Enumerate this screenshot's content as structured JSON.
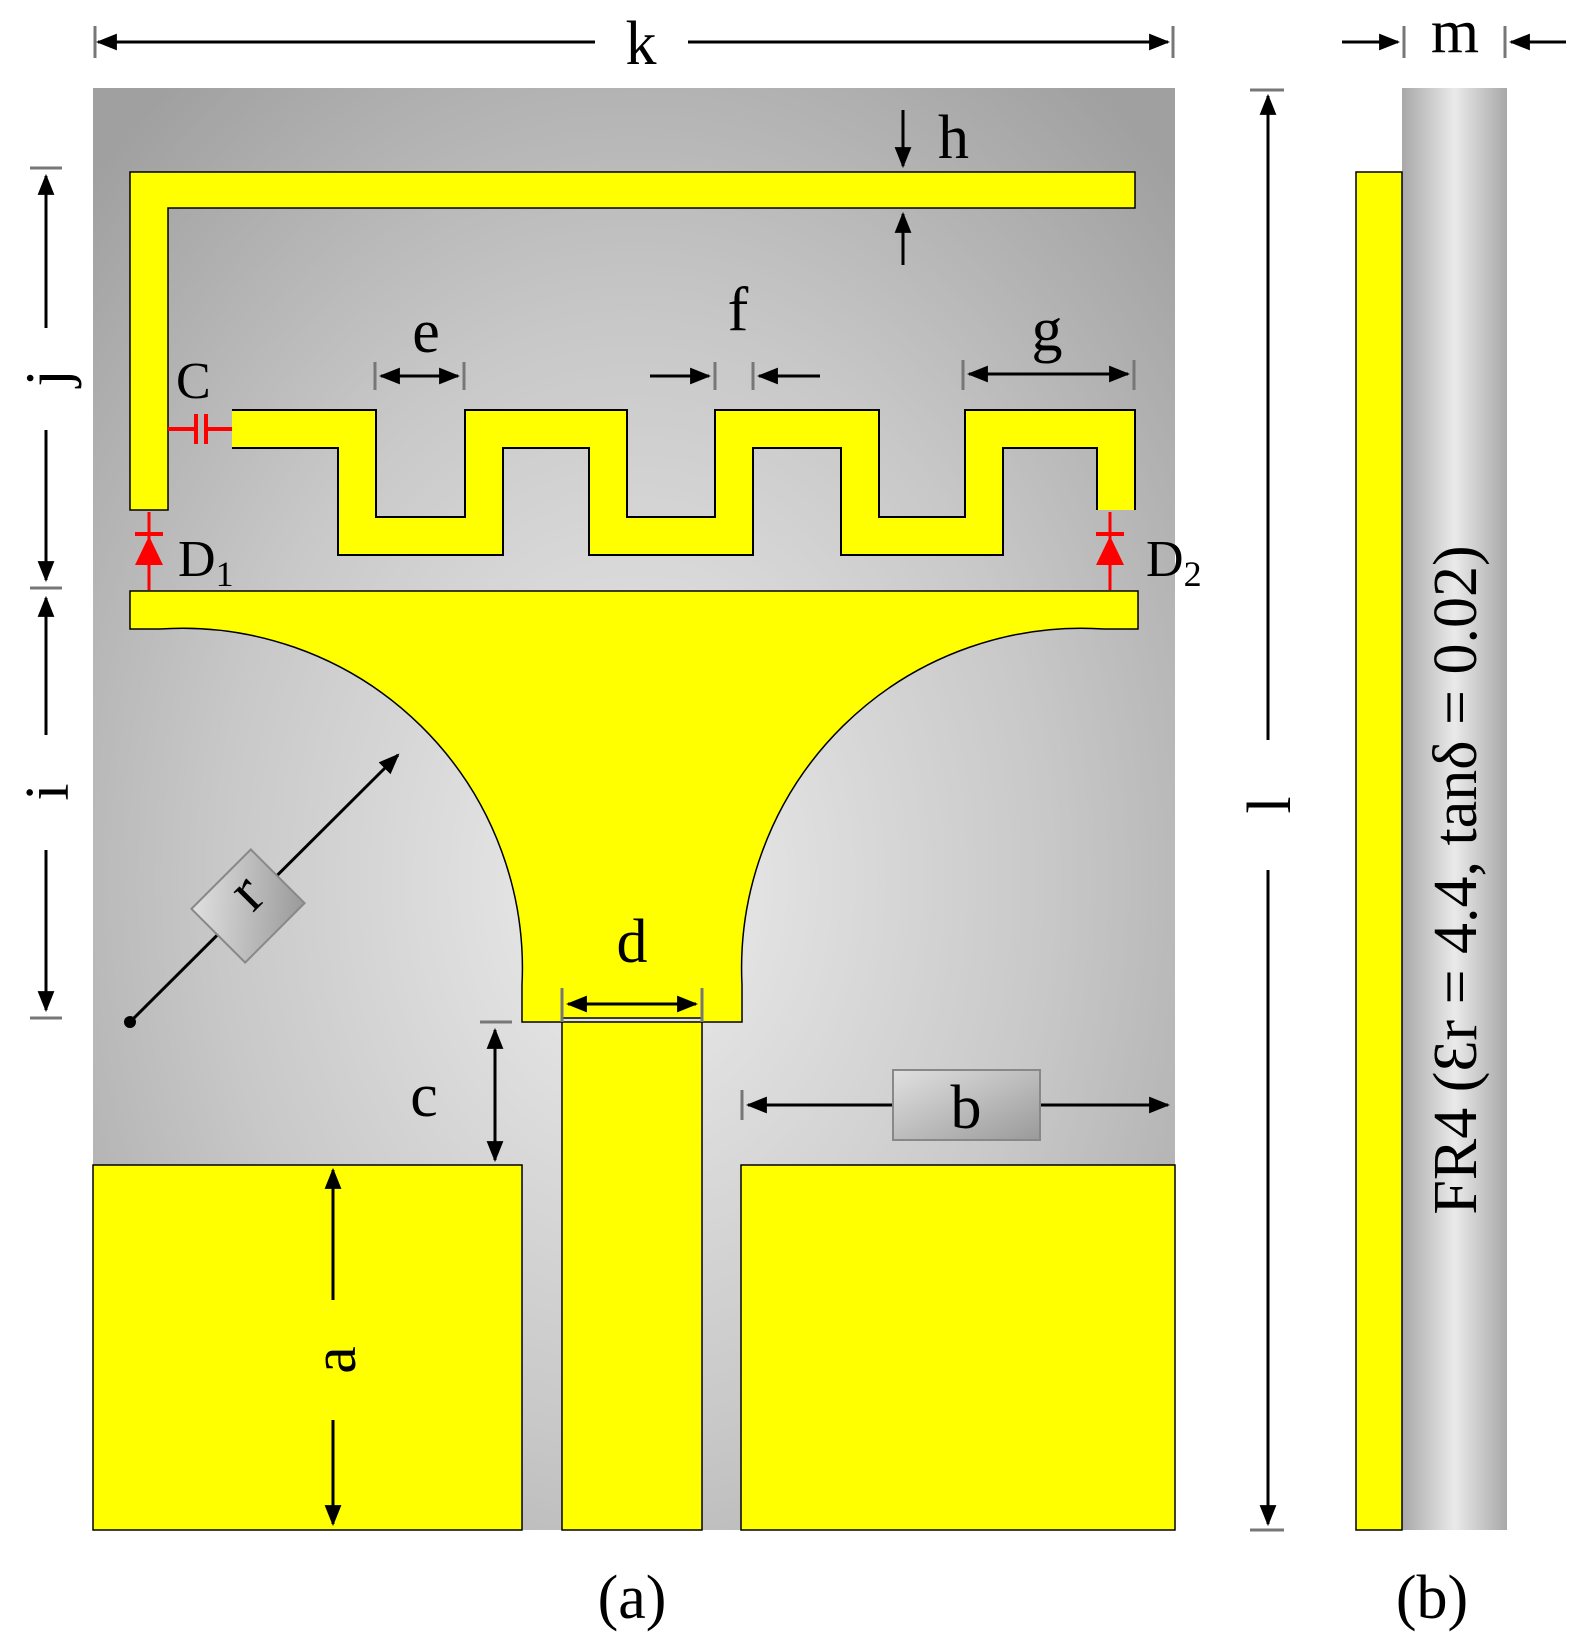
{
  "colors": {
    "conductor": "#FFFF00",
    "substrate_light": "#ECECEC",
    "substrate_dark": "#9A9A9A",
    "component": "#FF0000",
    "outline": "#000000"
  },
  "dimensions": {
    "a": "a",
    "b": "b",
    "c": "c",
    "d": "d",
    "e": "e",
    "f": "f",
    "g": "g",
    "h": "h",
    "i": "i",
    "j": "j",
    "k": "k",
    "l": "l",
    "m": "m",
    "r": "r"
  },
  "components": {
    "capacitor": "C",
    "diode1_main": "D",
    "diode1_sub": "1",
    "diode2_main": "D",
    "diode2_sub": "2"
  },
  "substrate_label": "FR4 (Ɛr = 4.4, tanδ = 0.02)",
  "captions": {
    "front": "(a)",
    "side": "(b)"
  },
  "icons": {
    "arrow": "arrowhead",
    "diode": "diode-symbol",
    "capacitor": "capacitor-symbol"
  }
}
